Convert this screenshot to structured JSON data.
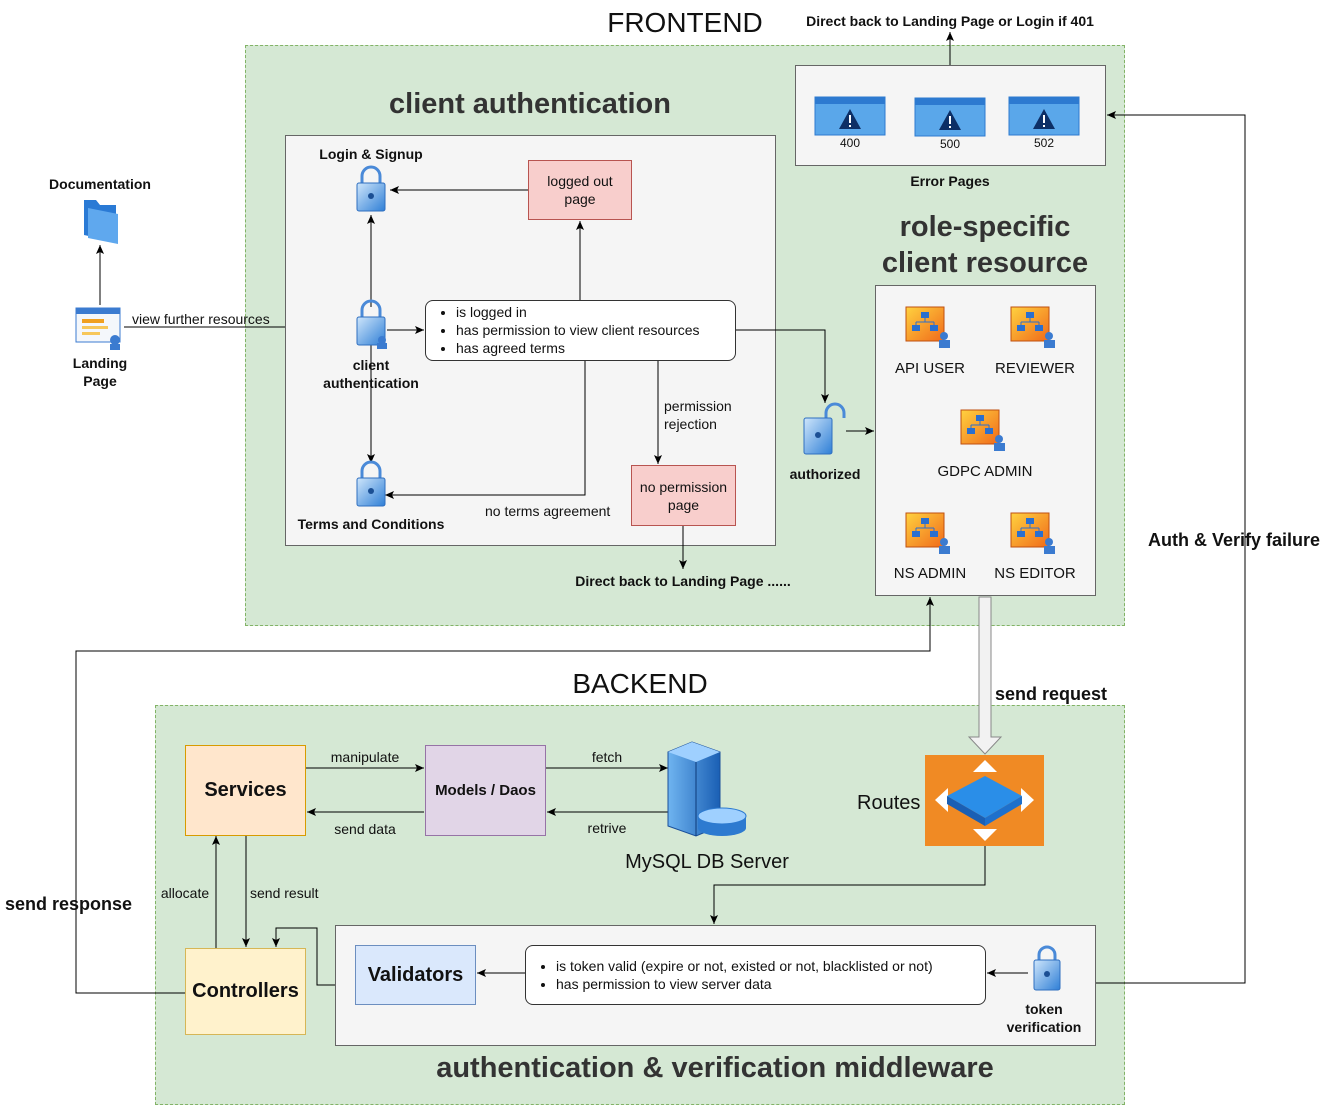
{
  "frontend": {
    "heading": "FRONTEND",
    "error_note": "Direct back to Landing Page or Login if 401",
    "client_auth": {
      "title": "client authentication",
      "login_label": "Login & Signup",
      "logged_out": "logged out page",
      "checks": [
        "is logged in",
        "has permission to view client resources",
        "has agreed terms"
      ],
      "client_auth_label": "client authentication",
      "permission_rejection": "permission rejection",
      "no_permission": "no permission page",
      "terms_label": "Terms and Conditions",
      "no_terms": "no terms agreement",
      "direct_back": "Direct back to Landing Page ......"
    },
    "error_pages": {
      "label": "Error Pages",
      "codes": [
        "400",
        "500",
        "502"
      ]
    },
    "role_specific": {
      "title_line1": "role-specific",
      "title_line2": "client resource",
      "roles": [
        "API USER",
        "REVIEWER",
        "GDPC ADMIN",
        "NS ADMIN",
        "NS EDITOR"
      ]
    },
    "authorized": "authorized"
  },
  "outside": {
    "documentation": "Documentation",
    "landing_page": "Landing Page",
    "view_further": "view further resources",
    "auth_failure": "Auth & Verify failure",
    "send_response": "send response",
    "send_request": "send request"
  },
  "backend": {
    "heading": "BACKEND",
    "services": "Services",
    "models": "Models / Daos",
    "manipulate": "manipulate",
    "send_data": "send data",
    "fetch": "fetch",
    "retrive": "retrive",
    "db": "MySQL DB Server",
    "routes": "Routes",
    "allocate": "allocate",
    "send_result": "send result",
    "controllers": "Controllers",
    "validators": "Validators",
    "middleware_checks": [
      "is token valid (expire or not, existed or not, blacklisted or not)",
      "has permission to view server data"
    ],
    "token_verification": "token verification",
    "middleware_title": "authentication & verification middleware"
  },
  "colors": {
    "zone": "#d5e8d4",
    "zone_border": "#82b366",
    "pink": "#f8cecc",
    "services": "#ffe6cc",
    "models": "#e1d5e7",
    "controllers": "#fff2cc",
    "validators": "#dae8fc",
    "routes": "#f08a24"
  }
}
